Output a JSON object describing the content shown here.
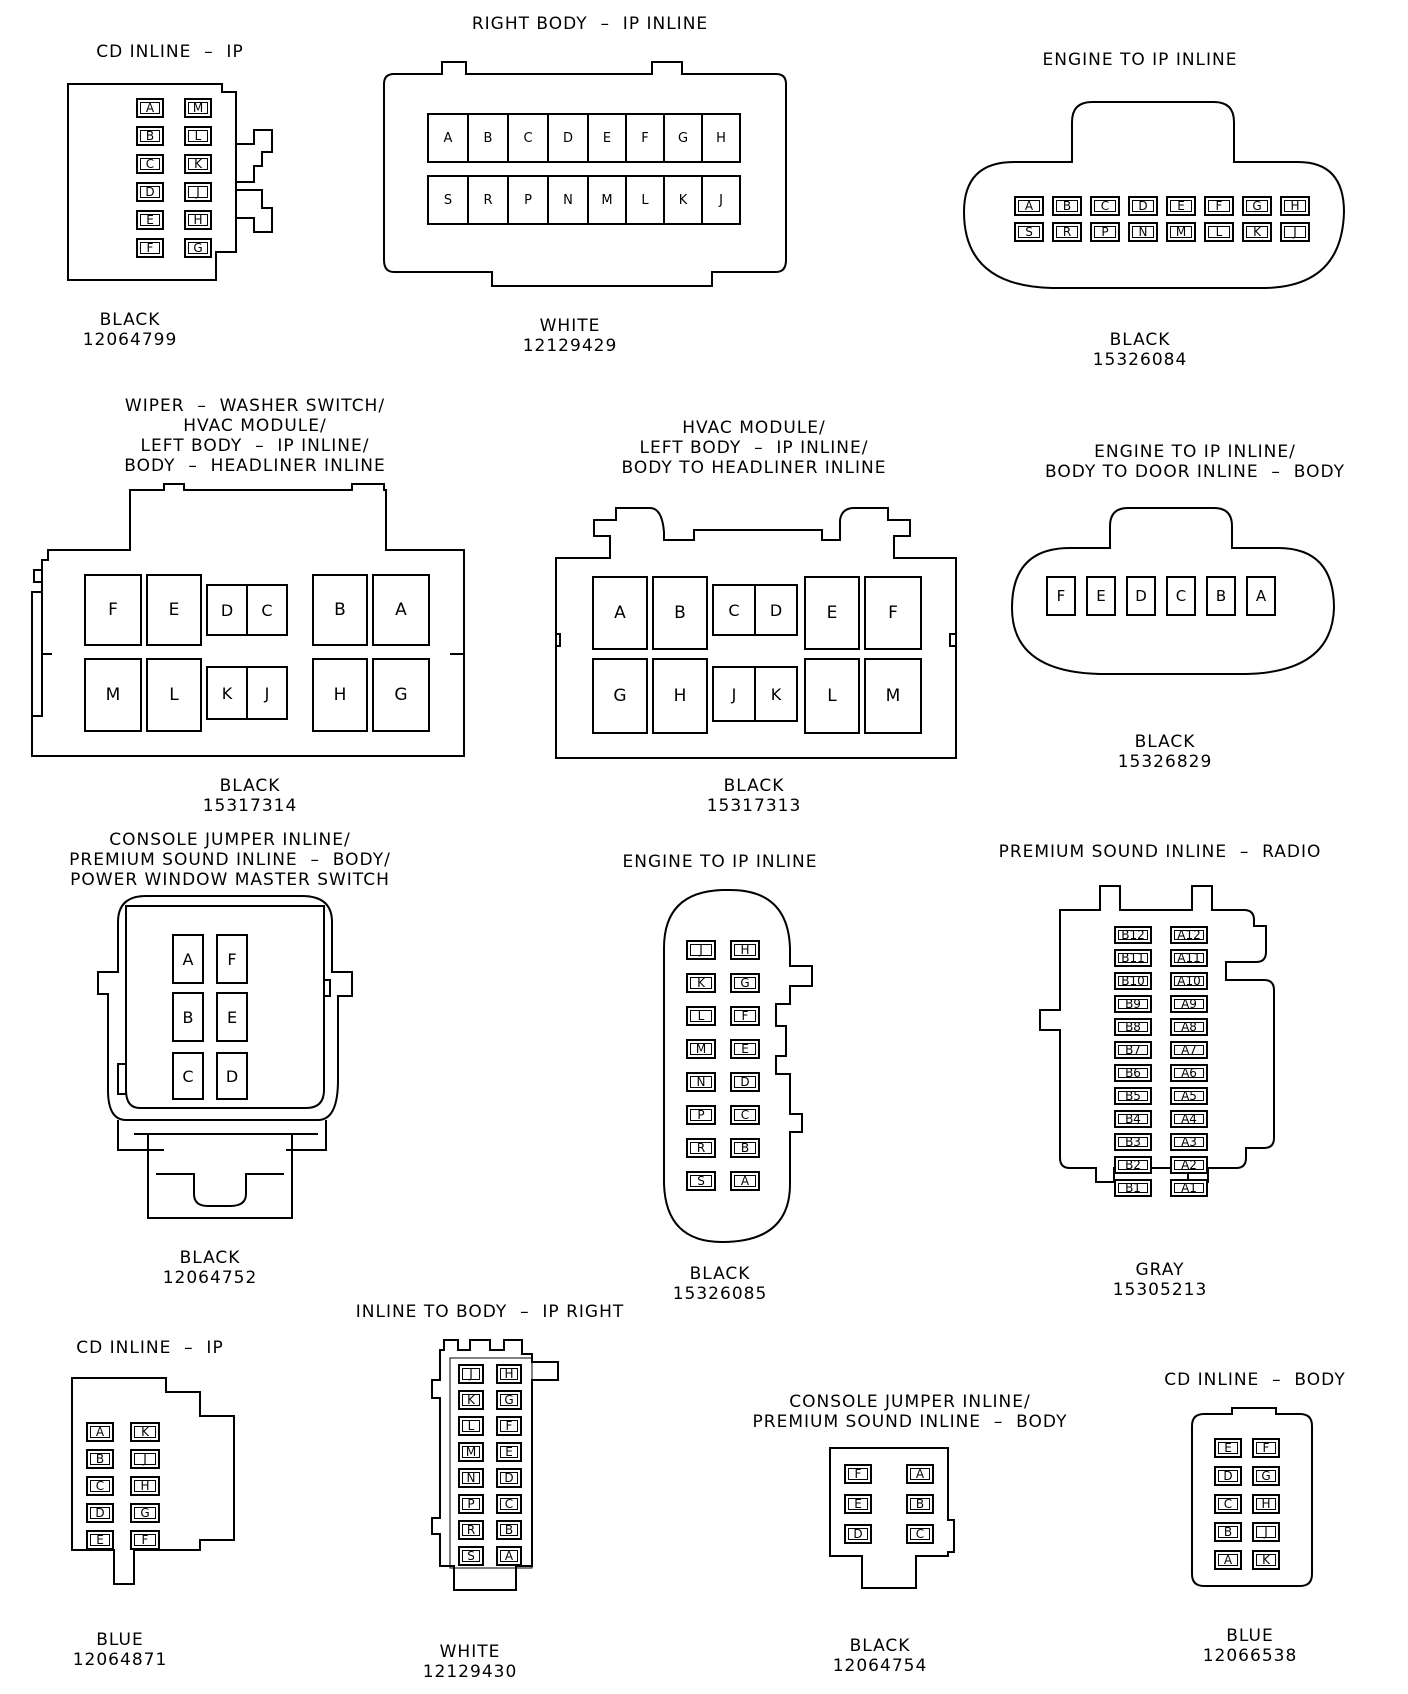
{
  "connectors": [
    {
      "id": "c1",
      "title": "CD INLINE  –  IP",
      "color": "BLACK",
      "part": "12064799",
      "pins": [
        "A",
        "M",
        "B",
        "L",
        "C",
        "K",
        "D",
        "J",
        "E",
        "H",
        "F",
        "G"
      ]
    },
    {
      "id": "c2",
      "title": "RIGHT BODY  –  IP INLINE",
      "color": "WHITE",
      "part": "12129429",
      "pins": [
        "A",
        "B",
        "C",
        "D",
        "E",
        "F",
        "G",
        "H",
        "S",
        "R",
        "P",
        "N",
        "M",
        "L",
        "K",
        "J"
      ]
    },
    {
      "id": "c3",
      "title": "ENGINE TO IP INLINE",
      "color": "BLACK",
      "part": "15326084",
      "pins": [
        "A",
        "B",
        "C",
        "D",
        "E",
        "F",
        "G",
        "H",
        "S",
        "R",
        "P",
        "N",
        "M",
        "L",
        "K",
        "J"
      ]
    },
    {
      "id": "c4",
      "title": "WIPER  –  WASHER SWITCH/\nHVAC MODULE/\nLEFT BODY  –  IP INLINE/\nBODY  –  HEADLINER INLINE",
      "color": "BLACK",
      "part": "15317314",
      "pins": [
        "F",
        "E",
        "D",
        "C",
        "B",
        "A",
        "M",
        "L",
        "K",
        "J",
        "H",
        "G"
      ]
    },
    {
      "id": "c5",
      "title": "HVAC MODULE/\nLEFT BODY  –  IP INLINE/\nBODY TO HEADLINER INLINE",
      "color": "BLACK",
      "part": "15317313",
      "pins": [
        "A",
        "B",
        "C",
        "D",
        "E",
        "F",
        "G",
        "H",
        "J",
        "K",
        "L",
        "M"
      ]
    },
    {
      "id": "c6",
      "title": "ENGINE TO IP INLINE/\nBODY TO DOOR INLINE  –  BODY",
      "color": "BLACK",
      "part": "15326829",
      "pins": [
        "F",
        "E",
        "D",
        "C",
        "B",
        "A"
      ]
    },
    {
      "id": "c7",
      "title": "CONSOLE JUMPER INLINE/\nPREMIUM SOUND INLINE  –  BODY/\nPOWER WINDOW MASTER SWITCH",
      "color": "BLACK",
      "part": "12064752",
      "pins": [
        "A",
        "F",
        "B",
        "E",
        "C",
        "D"
      ]
    },
    {
      "id": "c8",
      "title": "ENGINE TO IP INLINE",
      "color": "BLACK",
      "part": "15326085",
      "pins": [
        "J",
        "H",
        "K",
        "G",
        "L",
        "F",
        "M",
        "E",
        "N",
        "D",
        "P",
        "C",
        "R",
        "B",
        "S",
        "A"
      ]
    },
    {
      "id": "c9",
      "title": "PREMIUM SOUND INLINE  –  RADIO",
      "color": "GRAY",
      "part": "15305213",
      "pins": [
        "B12",
        "A12",
        "B11",
        "A11",
        "B10",
        "A10",
        "B9",
        "A9",
        "B8",
        "A8",
        "B7",
        "A7",
        "B6",
        "A6",
        "B5",
        "A5",
        "B4",
        "A4",
        "B3",
        "A3",
        "B2",
        "A2",
        "B1",
        "A1"
      ]
    },
    {
      "id": "c10",
      "title": "CD INLINE  –  IP",
      "color": "BLUE",
      "part": "12064871",
      "pins": [
        "A",
        "K",
        "B",
        "J",
        "C",
        "H",
        "D",
        "G",
        "E",
        "F"
      ]
    },
    {
      "id": "c11",
      "title": "INLINE TO BODY  –  IP RIGHT",
      "color": "WHITE",
      "part": "12129430",
      "pins": [
        "J",
        "H",
        "K",
        "G",
        "L",
        "F",
        "M",
        "E",
        "N",
        "D",
        "P",
        "C",
        "R",
        "B",
        "S",
        "A"
      ]
    },
    {
      "id": "c12",
      "title": "CONSOLE JUMPER INLINE/\nPREMIUM SOUND INLINE  –  BODY",
      "color": "BLACK",
      "part": "12064754",
      "pins": [
        "F",
        "A",
        "E",
        "B",
        "D",
        "C"
      ]
    },
    {
      "id": "c13",
      "title": "CD INLINE  –  BODY",
      "color": "BLUE",
      "part": "12066538",
      "pins": [
        "E",
        "F",
        "D",
        "G",
        "C",
        "H",
        "B",
        "J",
        "A",
        "K"
      ]
    }
  ]
}
